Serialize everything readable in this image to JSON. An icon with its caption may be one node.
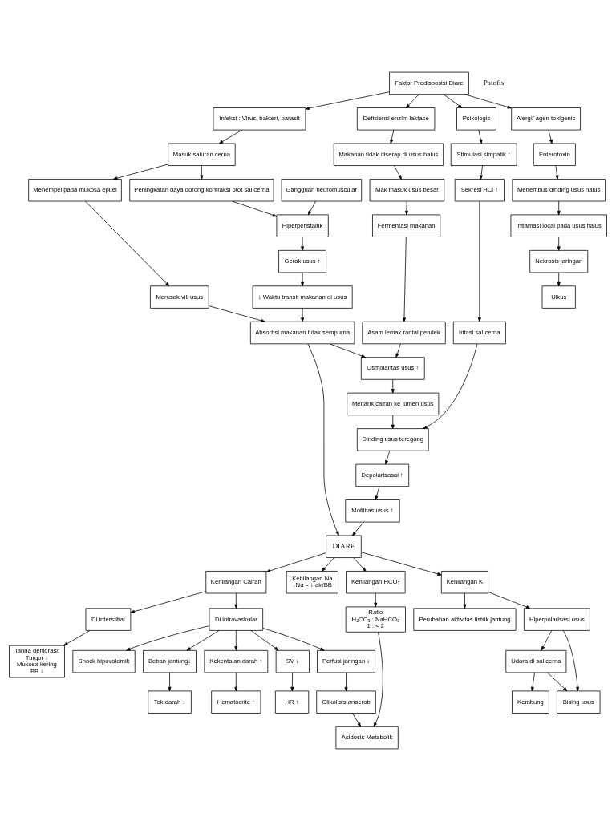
{
  "diagram": {
    "nodes": [
      {
        "text": [
          "Faktor Predisposisi Diare"
        ]
      },
      {
        "text": [
          "Infeksi : Virus, bakteri, parasit"
        ]
      },
      {
        "text": [
          "Defisiensi enzim laktase"
        ]
      },
      {
        "text": [
          "Psikologis"
        ]
      },
      {
        "text": [
          "Alergi/ agen toxigenic"
        ]
      },
      {
        "text": [
          "Masuk saluran cerna"
        ]
      },
      {
        "text": [
          "Gangguan neuromuscular"
        ]
      },
      {
        "text": [
          "Menempel pada mukosa epitel"
        ]
      },
      {
        "text": [
          "Peningkatan daya dorong kontraksi otot sal cerna"
        ]
      },
      {
        "text": [
          "Merusak vili usus"
        ]
      },
      {
        "text": [
          "Hiperperistaltik"
        ]
      },
      {
        "text": [
          "Gerak usus ↑"
        ]
      },
      {
        "text": [
          "↓ Waktu transit makanan di usus"
        ]
      },
      {
        "text": [
          "Absorbsi makanan tidak sempurna"
        ]
      },
      {
        "text": [
          "Makanan tidak diserap di usus halus"
        ]
      },
      {
        "text": [
          "Mak masuk usus besar"
        ]
      },
      {
        "text": [
          "Fermentasi makanan"
        ]
      },
      {
        "text": [
          "Asam lemak rantai pendek"
        ]
      },
      {
        "text": [
          "Osmolaritas usus ↑"
        ]
      },
      {
        "text": [
          "Menarik cairan ke lumen usus"
        ]
      },
      {
        "text": [
          "Stimulasi simpatik ↑"
        ]
      },
      {
        "text": [
          "Sekresi HCl ↑"
        ]
      },
      {
        "text": [
          "Iritasi sal cerna"
        ]
      },
      {
        "text": [
          "Dinding usus teregang"
        ]
      },
      {
        "text": [
          "Depolarisasai ↑"
        ]
      },
      {
        "text": [
          "Motilitas usus ↑"
        ]
      },
      {
        "text": [
          "Enterotoxin"
        ]
      },
      {
        "text": [
          "Menembus dinding usus halus"
        ]
      },
      {
        "text": [
          "Inflamasi local pada usus halus"
        ]
      },
      {
        "text": [
          "Nekrosis jaringan"
        ]
      },
      {
        "text": [
          "Ulkus"
        ]
      },
      {
        "text": [
          "DIARE"
        ]
      },
      {
        "text": [
          "Kehilangan Cairan"
        ]
      },
      {
        "text": [
          "Kehilangan Na",
          "↓Na = ↓ air/BB"
        ]
      },
      {
        "text": [
          "Kehilangan HCO₃"
        ]
      },
      {
        "text": [
          "Kehilangan K"
        ]
      },
      {
        "text": [
          "Di intravaskular"
        ]
      },
      {
        "text": [
          "Di interstitial"
        ]
      },
      {
        "text": [
          "Beban jantung↓"
        ]
      },
      {
        "text": [
          "Kekentalan darah ↑"
        ]
      },
      {
        "text": [
          "SV ↓"
        ]
      },
      {
        "text": [
          "Perfusi jaringan ↓"
        ]
      },
      {
        "text": [
          "Shock hipovolemik"
        ]
      },
      {
        "text": [
          "Tek darah ↓"
        ]
      },
      {
        "text": [
          "Hematocrite ↑"
        ]
      },
      {
        "text": [
          "HR ↑"
        ]
      },
      {
        "text": [
          "Glikolisis anaerob"
        ]
      },
      {
        "text": [
          "Tanda dehidrasi:",
          "Turgor ↓",
          "Mukosa kering",
          "BB ↓"
        ]
      },
      {
        "text": [
          "Ratio",
          "H₂CO₃ : NaHCO₃",
          "1 : < 2"
        ]
      },
      {
        "text": [
          "Hiperpolarisasi usus"
        ]
      },
      {
        "text": [
          "Perubahan aktivitas listrik jantung"
        ]
      },
      {
        "text": [
          "Asidosis Metabolik"
        ]
      },
      {
        "text": [
          "Bising usus"
        ]
      },
      {
        "text": [
          "Udara di sal cerna"
        ]
      },
      {
        "text": [
          "Kembung"
        ]
      }
    ],
    "edges": [
      {
        "from": 0,
        "to": 1,
        "arrow": "to"
      },
      {
        "from": 0,
        "to": 2,
        "arrow": "to"
      },
      {
        "from": 0,
        "to": 3,
        "arrow": "to"
      },
      {
        "from": 0,
        "to": 4,
        "arrow": "to"
      },
      {
        "from": 1,
        "to": 5,
        "arrow": "to"
      },
      {
        "from": 5,
        "to": 7,
        "arrow": "to"
      },
      {
        "from": 5,
        "to": 8,
        "arrow": "to"
      },
      {
        "from": 6,
        "to": 10,
        "arrow": "to"
      },
      {
        "from": 8,
        "to": 10,
        "arrow": "to"
      },
      {
        "from": 7,
        "to": 9,
        "arrow": "to"
      },
      {
        "from": 10,
        "to": 11,
        "arrow": "to"
      },
      {
        "from": 11,
        "to": 12,
        "arrow": "to"
      },
      {
        "from": 12,
        "to": 13,
        "arrow": "to"
      },
      {
        "from": 9,
        "to": 13,
        "arrow": "to"
      },
      {
        "from": 13,
        "to": 18,
        "arrow": "to"
      },
      {
        "from": 13,
        "to": 31,
        "arrow": "to"
      },
      {
        "from": 2,
        "to": 14,
        "arrow": "to"
      },
      {
        "from": 14,
        "to": 15,
        "arrow": "to"
      },
      {
        "from": 15,
        "to": 16,
        "arrow": "to"
      },
      {
        "from": 16,
        "to": 17,
        "arrow": "to"
      },
      {
        "from": 17,
        "to": 18,
        "arrow": "to"
      },
      {
        "from": 18,
        "to": 19,
        "arrow": "to"
      },
      {
        "from": 19,
        "to": 23,
        "arrow": "to"
      },
      {
        "from": 3,
        "to": 20,
        "arrow": "to"
      },
      {
        "from": 20,
        "to": 21,
        "arrow": "to"
      },
      {
        "from": 21,
        "to": 22,
        "arrow": "to"
      },
      {
        "from": 22,
        "to": 23,
        "arrow": "to"
      },
      {
        "from": 23,
        "to": 24,
        "arrow": "to"
      },
      {
        "from": 24,
        "to": 25,
        "arrow": "to"
      },
      {
        "from": 25,
        "to": 31,
        "arrow": "to"
      },
      {
        "from": 4,
        "to": 26,
        "arrow": "to"
      },
      {
        "from": 26,
        "to": 27,
        "arrow": "to"
      },
      {
        "from": 27,
        "to": 28,
        "arrow": "to"
      },
      {
        "from": 28,
        "to": 29,
        "arrow": "to"
      },
      {
        "from": 29,
        "to": 30,
        "arrow": "to"
      },
      {
        "from": 31,
        "to": 32,
        "arrow": "to"
      },
      {
        "from": 31,
        "to": 33,
        "arrow": "to"
      },
      {
        "from": 31,
        "to": 34,
        "arrow": "to"
      },
      {
        "from": 31,
        "to": 35,
        "arrow": "to"
      },
      {
        "from": 32,
        "to": 36,
        "arrow": "to"
      },
      {
        "from": 32,
        "to": 37,
        "arrow": "to"
      },
      {
        "from": 36,
        "to": 38,
        "arrow": "to"
      },
      {
        "from": 36,
        "to": 39,
        "arrow": "to"
      },
      {
        "from": 36,
        "to": 40,
        "arrow": "to"
      },
      {
        "from": 36,
        "to": 41,
        "arrow": "to"
      },
      {
        "from": 36,
        "to": 42,
        "arrow": "to"
      },
      {
        "from": 37,
        "to": 47,
        "arrow": "to"
      },
      {
        "from": 38,
        "to": 43,
        "arrow": "to"
      },
      {
        "from": 39,
        "to": 44,
        "arrow": "to"
      },
      {
        "from": 40,
        "to": 45,
        "arrow": "to"
      },
      {
        "from": 41,
        "to": 46,
        "arrow": "to"
      },
      {
        "from": 46,
        "to": 51,
        "arrow": "to"
      },
      {
        "from": 34,
        "to": 48,
        "arrow": "to"
      },
      {
        "from": 48,
        "to": 51,
        "arrow": "to"
      },
      {
        "from": 35,
        "to": 49,
        "arrow": "to"
      },
      {
        "from": 35,
        "to": 50,
        "arrow": "to"
      },
      {
        "from": 49,
        "to": 52,
        "arrow": "to"
      },
      {
        "from": 49,
        "to": 53,
        "arrow": "to"
      },
      {
        "from": 53,
        "to": 52,
        "arrow": "to"
      },
      {
        "from": 53,
        "to": 54,
        "arrow": "to"
      }
    ],
    "labels": [
      "Patofis"
    ]
  }
}
